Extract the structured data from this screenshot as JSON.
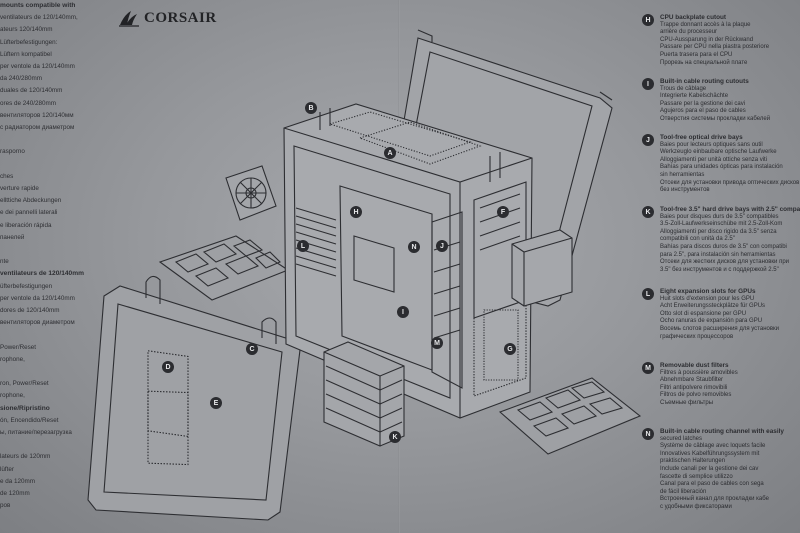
{
  "brand": {
    "name": "CORSAIR"
  },
  "left_column": [
    "mounts compatible with",
    "ventilateurs de 120/140mm,",
    "ateurs 120/140mm",
    "Lüfterbefestigungen:",
    "Lüftern kompatibel",
    "per ventole da 120/140mm",
    "da 240/280mm",
    "duales de 120/140mm",
    "ores de 240/280mm",
    "вентиляторов 120/140мм",
    "с радиатором диаметром",
    "",
    "rasporno",
    "",
    "ches",
    "verture rapide",
    "ellttiche Abdeckungen",
    "e dei pannelli laterali",
    "e liberación rápida",
    "панелей",
    "",
    "nte",
    "ventilateurs de 120/140mm",
    "üfterbefestigungen",
    "per ventole da 120/140mm",
    "dores de 120/140mm",
    "вентиляторов диаметром",
    "",
    "Power/Reset",
    "rophone,",
    "",
    "ron, Power/Reset",
    "rophone,",
    "sione/Ripristino",
    "ón, Encendido/Reset",
    "ы, питание/перезагрузка",
    "",
    "lateurs de 120mm",
    "lüfter",
    "e da 120mm",
    "de 120mm",
    "ров"
  ],
  "right_sections": [
    {
      "key": "H",
      "lines": [
        "CPU backplate cutout",
        "Trappe donnant accès à la plaque",
        "arrière du processeur",
        "CPU-Aussparung in der Rückwand",
        "Passare per CPU nella piastra posteriore",
        "Puerta trasera para el CPU",
        "Прорезь на специальной плате"
      ]
    },
    {
      "key": "I",
      "lines": [
        "Built-in cable routing cutouts",
        "Trous de câblage",
        "Integrierte Kabelschächte",
        "Passare per la gestione dei cavi",
        "Agujeros para el paso de cables",
        "Отверстия системы прокладки кабелей"
      ]
    },
    {
      "key": "J",
      "lines": [
        "Tool-free optical drive bays",
        "Baies pour lecteurs optiques sans outil",
        "Werkzeuglo einbaubare optische Laufwerke",
        "Alloggiamenti per unità ottiche senza viti",
        "Bahías para unidades ópticas para instalación",
        "sin herramientas",
        "Отсеки для установки привода оптических дисков",
        "без инструментов"
      ]
    },
    {
      "key": "K",
      "lines": [
        "Tool-free 3.5\" hard drive bays with 2.5\" compat",
        "Baies pour disques durs de 3.5\" compatibles",
        "3.5-Zoll-Laufwerkseinschübe mit 2.5-Zoll-Kom",
        "Alloggiamenti per disco rigido da 3.5\" senza",
        "compatibili con unità da 2.5\"",
        "Bahías para discos duros de 3.5\" con compatibi",
        "para 2.5\", para instalación sin herramientas",
        "Отсеки для жестких дисков для установки при",
        "3.5\" без инструментов и с поддержкой 2.5\""
      ]
    },
    {
      "key": "L",
      "lines": [
        "Eight expansion slots for GPUs",
        "Huit slots d'extension pour les GPU",
        "Acht Erweiterungssteckplätze für GPUs",
        "Otto slot di espansione per GPU",
        "Ocho ranuras de expansión para GPU",
        "Восемь слотов расширения для установки",
        "графических процессоров"
      ]
    },
    {
      "key": "M",
      "lines": [
        "Removable dust filters",
        "Filtres à poussière amovibles",
        "Abnehmbare Staubfilter",
        "Filtri antipolvere rimovibili",
        "Filtros de polvo removibles",
        "Съемные фильтры"
      ]
    },
    {
      "key": "N",
      "lines": [
        "Built-in cable routing channel with easily",
        "secured latches",
        "Système de câblage avec loquets facile",
        "Innovatives Kabelführungssystem mit",
        "praktischen Halterungen",
        "Include canali per la gestione dei cav",
        "fascette di semplice utilizzo",
        "Canal para el paso de cables con sega",
        "de fácil liberación",
        "Встроенный канал для прокладки кабе",
        "с удобными фиксаторами"
      ]
    }
  ],
  "callouts": [
    "A",
    "B",
    "C",
    "D",
    "E",
    "F",
    "G",
    "H",
    "I",
    "J",
    "K",
    "L",
    "M",
    "N"
  ]
}
